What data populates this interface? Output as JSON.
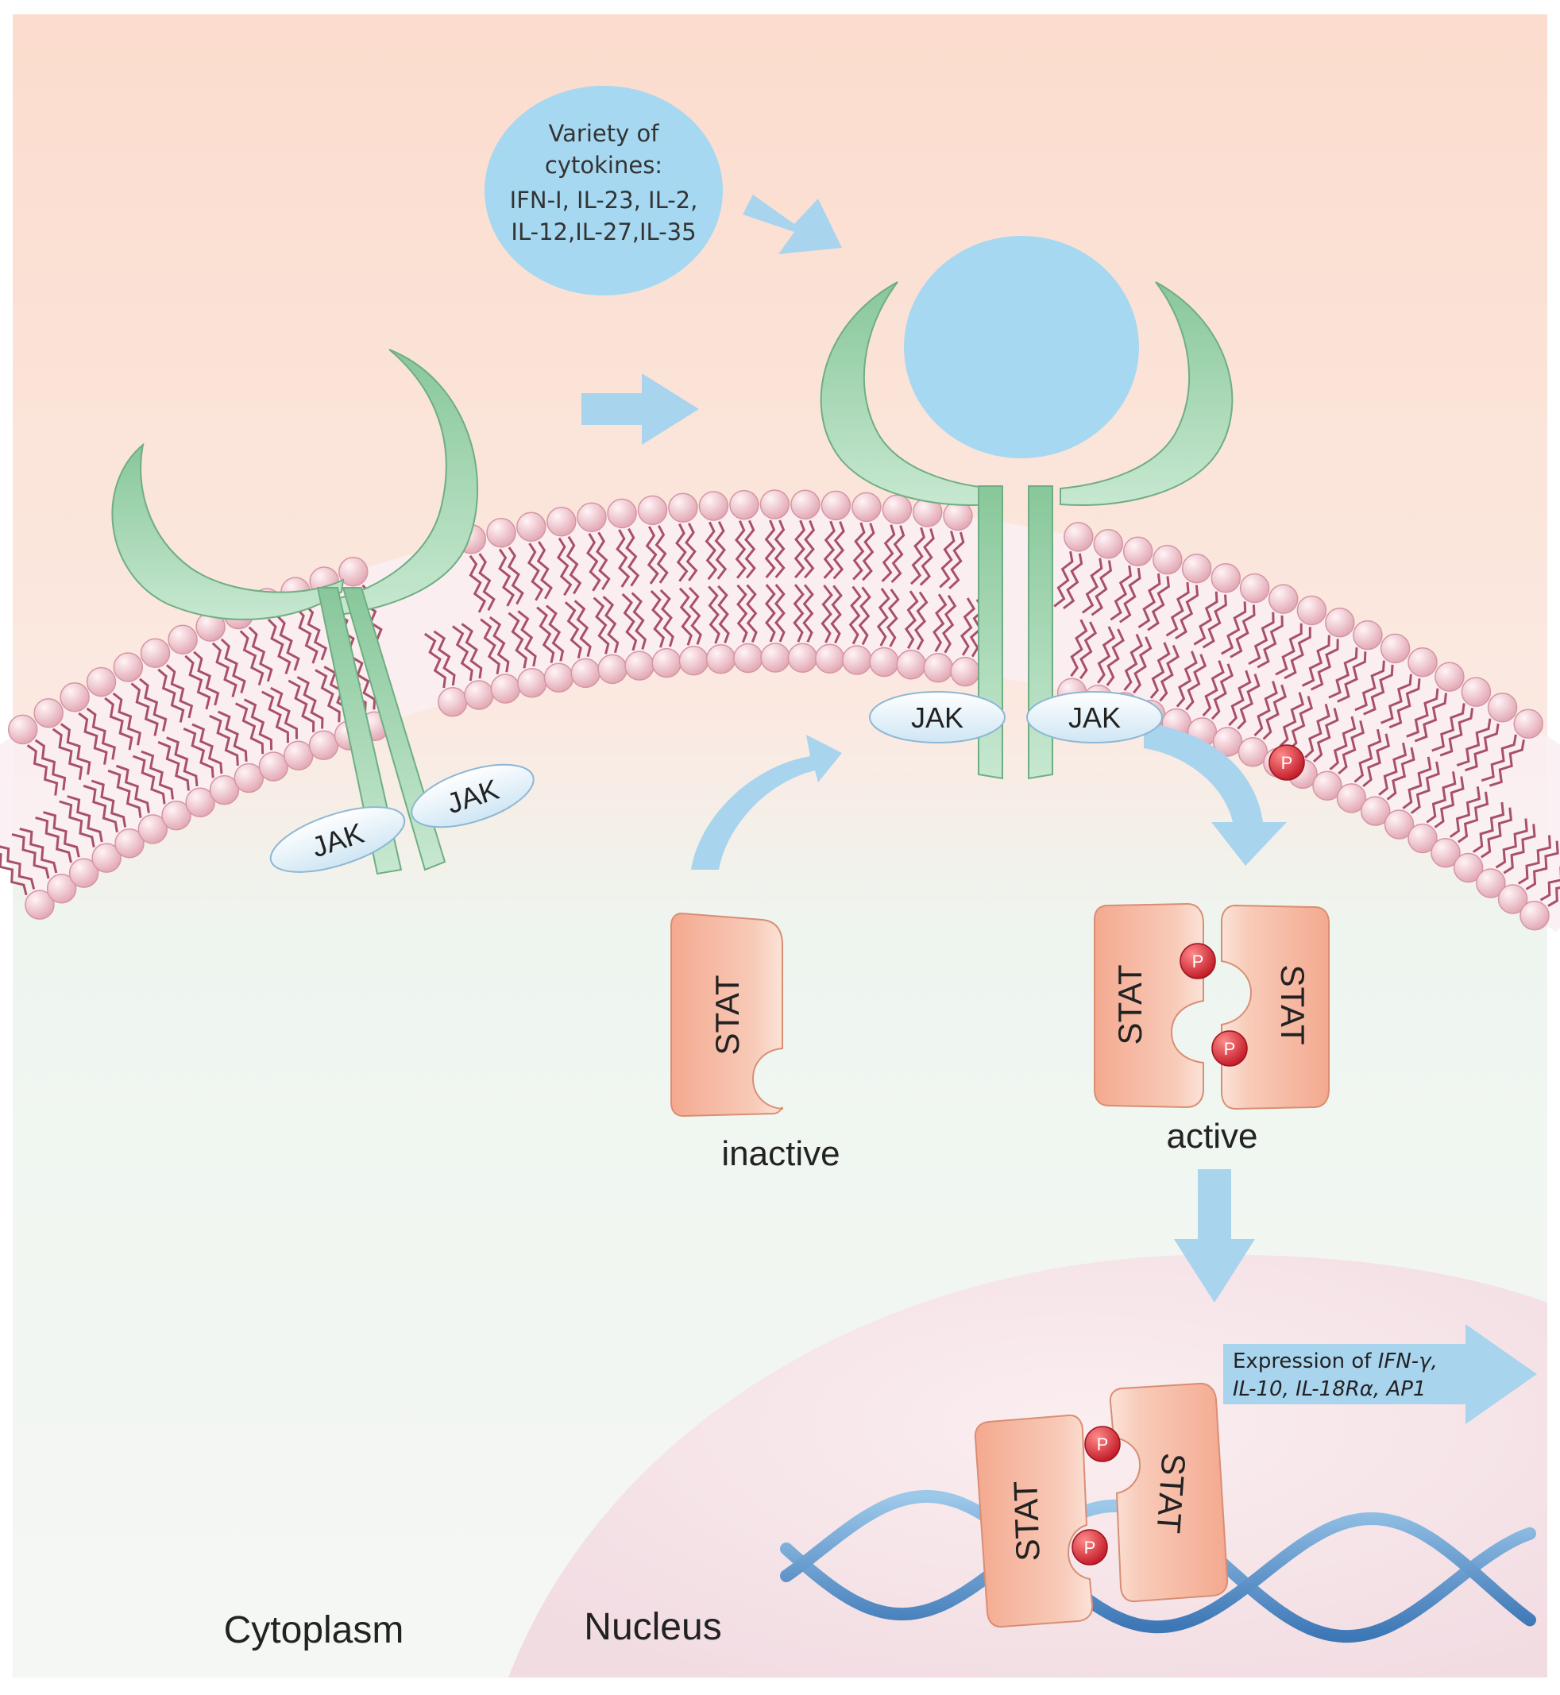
{
  "cytokine_bubble": {
    "line1": "Variety of",
    "line2": "cytokines:",
    "line3": "IFN-I, IL-23, IL-2,",
    "line4": "IL-12,IL-27,IL-35"
  },
  "labels": {
    "jak": "JAK",
    "stat": "STAT",
    "phosphate": "P",
    "inactive": "inactive",
    "active": "active",
    "cytoplasm": "Cytoplasm",
    "nucleus": "Nucleus"
  },
  "expression": {
    "prefix": "Expression of ",
    "gene1": "IFN-γ,",
    "gene2": "IL-10, IL-18Rα, AP1"
  },
  "colors": {
    "extracellular": "#fbe3d8",
    "cytoplasm": "#eef5ee",
    "nucleus": "#f6e6ea",
    "receptor": "#8fcc9f",
    "cytokine": "#a6d8f0",
    "arrow": "#a9d4ee",
    "stat": "#f2a88e",
    "phosphate": "#d9303a",
    "jak": "#e8f3fa",
    "membrane_head": "#f0c8d0",
    "membrane_tail": "#a8506a"
  }
}
